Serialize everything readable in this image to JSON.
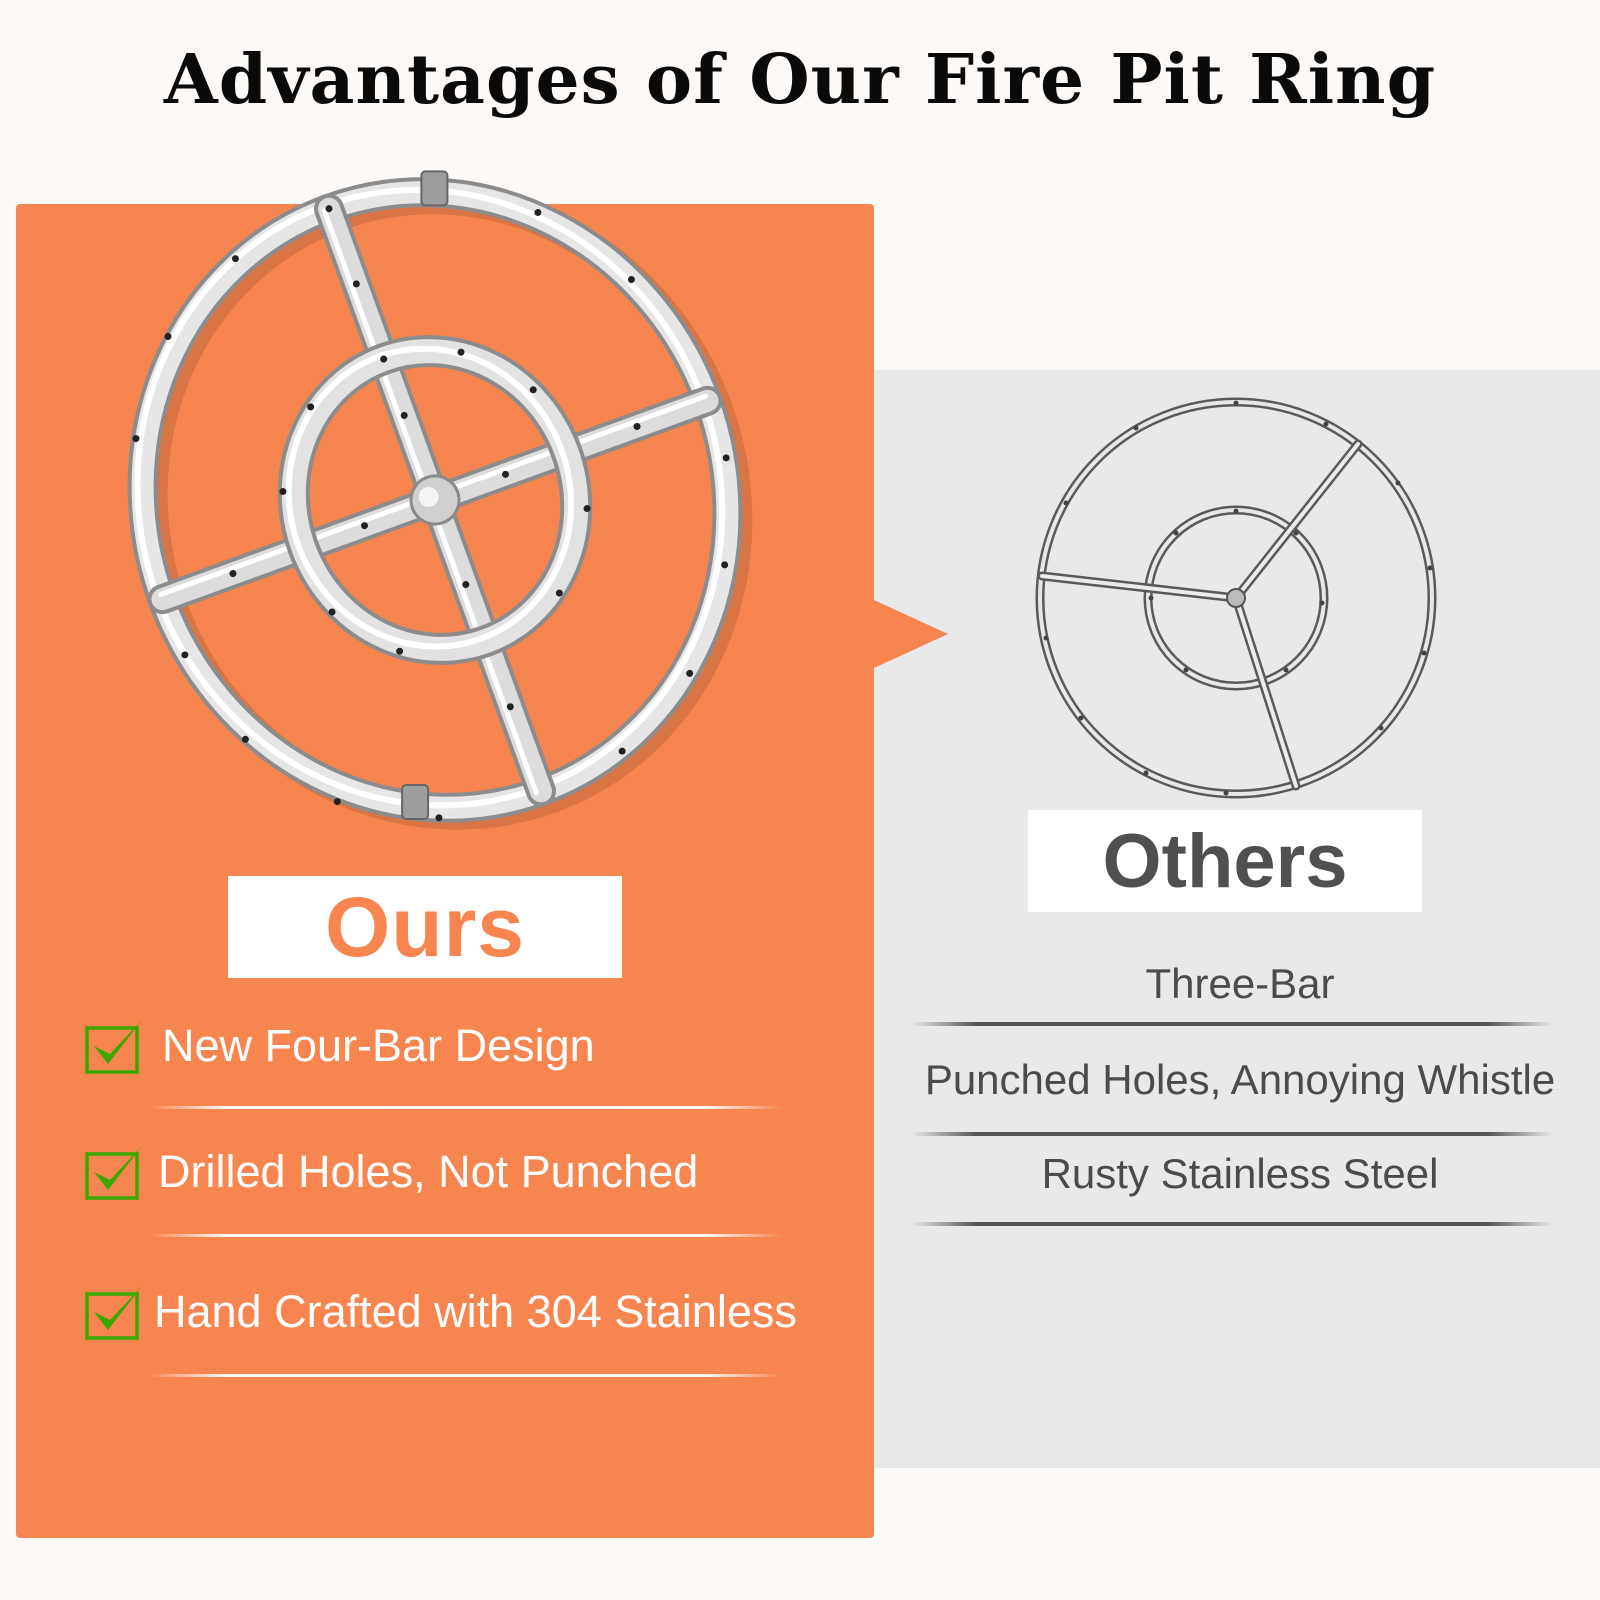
{
  "title": "Advantages of Our Fire Pit Ring",
  "ours": {
    "label": "Ours",
    "features": [
      "New Four-Bar Design",
      "Drilled Holes, Not Punched",
      "Hand Crafted with 304 Stainless"
    ],
    "icon": "check-icon"
  },
  "others": {
    "label": "Others",
    "features": [
      "Three-Bar",
      "Punched Holes, Annoying Whistle",
      "Rusty Stainless Steel"
    ]
  },
  "colors": {
    "accent": "#f7854f",
    "others_panel": "#e9e9e9",
    "check_green": "#3aa800"
  }
}
